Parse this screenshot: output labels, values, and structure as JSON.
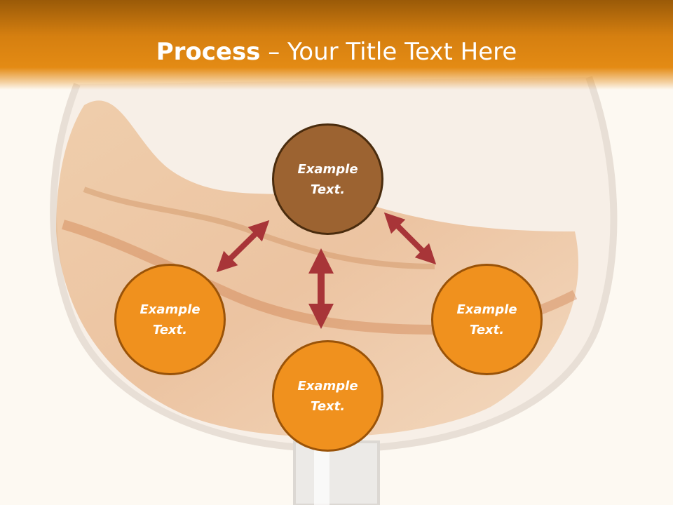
{
  "title": {
    "bold": "Process",
    "rest": " – Your Title Text Here"
  },
  "nodes": {
    "top": {
      "text": "Example Text.",
      "color": "#9c6331"
    },
    "left": {
      "text": "Example Text.",
      "color": "#f0911e"
    },
    "right": {
      "text": "Example Text.",
      "color": "#f0911e"
    },
    "bottom": {
      "text": "Example Text.",
      "color": "#f0911e"
    }
  },
  "colors": {
    "accent": "#e48b14",
    "arrow": "#a83538",
    "background": "#fdf9f2"
  }
}
